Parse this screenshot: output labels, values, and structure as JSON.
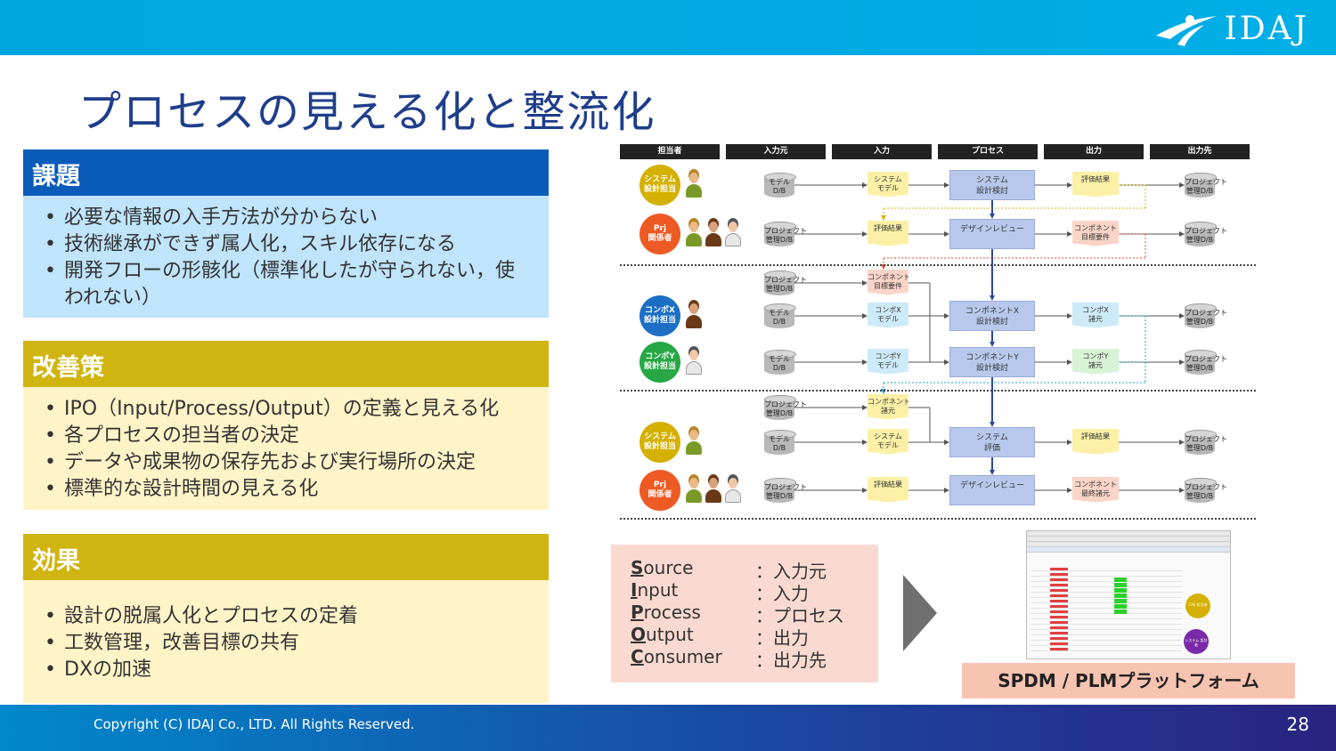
{
  "header": {
    "logo_text": "IDAJ"
  },
  "title": "プロセスの見える化と整流化",
  "panels": {
    "issues": {
      "heading": "課題",
      "items": [
        "必要な情報の入手方法が分からない",
        "技術継承ができず属人化，スキル依存になる",
        "開発フローの形骸化（標準化したが守られない，使われない）"
      ]
    },
    "improvements": {
      "heading": "改善策",
      "items": [
        "IPO（Input/Process/Output）の定義と見える化",
        "各プロセスの担当者の決定",
        "データや成果物の保存先および実行場所の決定",
        "標準的な設計時間の見える化"
      ]
    },
    "effects": {
      "heading": "効果",
      "items": [
        "設計の脱属人化とプロセスの定着",
        "工数管理，改善目標の共有",
        "DXの加速"
      ]
    }
  },
  "diagram": {
    "columns": [
      "担当者",
      "入力元",
      "入力",
      "プロセス",
      "出力",
      "出力先"
    ],
    "rows": [
      {
        "role": "システム 設計担当",
        "source": "モデル D/B",
        "input": "システム モデル",
        "process": "システム 設計検討",
        "output": "評価結果",
        "consumer": "プロジェクト 管理D/B"
      },
      {
        "role": "Prj 関係者",
        "source": "プロジェクト 管理D/B",
        "input": "評価結果",
        "process": "デザインレビュー",
        "output": "コンポネント 目標要件",
        "consumer": "プロジェクト 管理D/B"
      },
      {
        "role": "",
        "source": "プロジェクト 管理D/B",
        "input": "コンポネント 目標要件",
        "process": "",
        "output": "",
        "consumer": ""
      },
      {
        "role": "コンポX 設計担当",
        "source": "モデル D/B",
        "input": "コンポX モデル",
        "process": "コンポネントX 設計検討",
        "output": "コンポX 諸元",
        "consumer": "プロジェクト 管理D/B"
      },
      {
        "role": "コンポY 設計担当",
        "source": "モデル D/B",
        "input": "コンポY モデル",
        "process": "コンポネントY 設計検討",
        "output": "コンポY 諸元",
        "consumer": "プロジェクト 管理D/B"
      },
      {
        "role": "",
        "source": "プロジェクト 管理D/B",
        "input": "コンポネント 諸元",
        "process": "",
        "output": "",
        "consumer": ""
      },
      {
        "role": "システム 設計担当",
        "source": "モデル D/B",
        "input": "システム モデル",
        "process": "システム 評価",
        "output": "評価結果",
        "consumer": "プロジェクト 管理D/B"
      },
      {
        "role": "Prj 関係者",
        "source": "プロジェクト 管理D/B",
        "input": "評価結果",
        "process": "デザインレビュー",
        "output": "コンポネント 最終諸元",
        "consumer": "プロジェクト 管理D/B"
      }
    ]
  },
  "ipo": [
    {
      "letter": "S",
      "rest": "ource",
      "value": "：入力元"
    },
    {
      "letter": "I",
      "rest": "nput",
      "value": "：入力"
    },
    {
      "letter": "P",
      "rest": "rocess",
      "value": "：プロセス"
    },
    {
      "letter": "O",
      "rest": "utput",
      "value": "：出力"
    },
    {
      "letter": "C",
      "rest": "onsumer",
      "value": "：出力先"
    }
  ],
  "screenshot_roles": [
    "CAE 担当者",
    "システム 設計者"
  ],
  "platform_label": "SPDM / PLMプラットフォーム",
  "footer": {
    "copyright": "Copyright (C) IDAJ Co., LTD. All Rights Reserved.",
    "page": "28"
  },
  "colors": {
    "header_blue": "#00a6e0",
    "title_navy": "#1f3e8a",
    "issues_blue": "#0b5cb8",
    "gold": "#d0b40f"
  }
}
